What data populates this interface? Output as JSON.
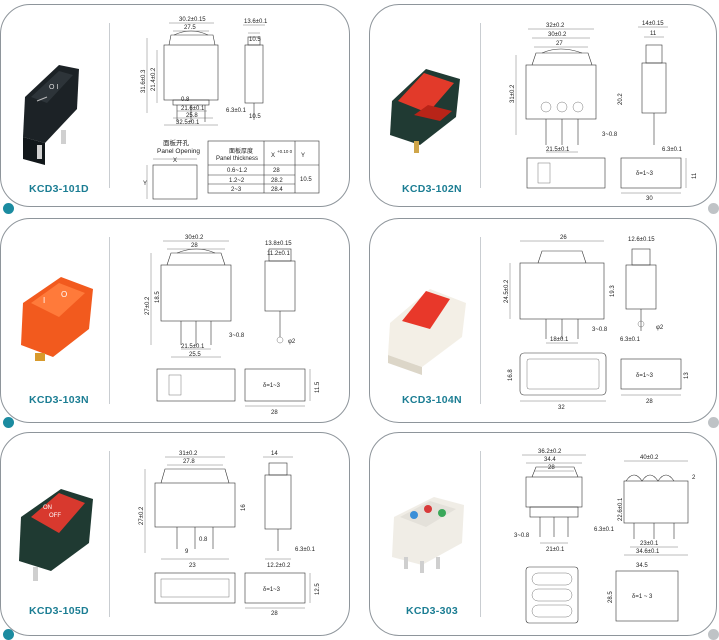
{
  "colors": {
    "accent": "#1b7d93",
    "border": "#8e959b"
  },
  "cards": [
    {
      "model": "KCD3-101D",
      "dims": {
        "w_top": "30.2±0.15",
        "w_inner": "27.5",
        "h_side": "31.6±0.3",
        "h_inner": "21.4±0.2",
        "c1": "0.8",
        "b1": "21.6±0.1",
        "b2": "25.8",
        "b3": "32.5±0.1",
        "side_w": "13.6±0.1",
        "side_w2": "10.5",
        "side_h": "6.3±0.1",
        "side_b": "10.5"
      },
      "panel": {
        "cn": "面板开孔",
        "en": "Panel Opening",
        "x": "X",
        "y": "Y",
        "t_head_cn": "面板厚度",
        "t_head_en": "Panel thickness",
        "x_head": "X",
        "y_head": "Y",
        "tol": "+0.10 0",
        "rows": [
          [
            "0.6~1.2",
            "28"
          ],
          [
            "1.2~2",
            "28.2"
          ],
          [
            "2~3",
            "28.4"
          ]
        ],
        "yval": "10.5"
      }
    },
    {
      "model": "KCD3-102N",
      "dims": {
        "w1": "32±0.2",
        "w2": "30±0.2",
        "w3": "27",
        "h1": "31±0.2",
        "h2": "20.2",
        "c": "3~0.8",
        "b": "21.5±0.1",
        "sw1": "14±0.15",
        "sw2": "11",
        "sh": "6.3±0.1",
        "pw": "30",
        "ph": "11",
        "ptext": "δ=1~3"
      }
    },
    {
      "model": "KCD3-103N",
      "dims": {
        "w1": "30±0.2",
        "w2": "28",
        "h1": "27±0.2",
        "h2": "18.5",
        "c": "3~0.8",
        "b1": "21.5±0.1",
        "b2": "25.5",
        "sw1": "13.8±0.15",
        "sw2": "11.2±0.1",
        "phi": "φ2",
        "pw": "28",
        "ph": "11.5",
        "ptext": "δ=1~3"
      }
    },
    {
      "model": "KCD3-104N",
      "dims": {
        "w1": "26",
        "h1": "24.5±0.2",
        "h2": "19.3",
        "c": "3~0.8",
        "b": "18±0.1",
        "sw1": "12.6±0.15",
        "sh": "6.3±0.1",
        "phi": "φ2",
        "pw": "32",
        "ph": "16.8",
        "pw2": "28",
        "ph2": "13",
        "ptext": "δ=1~3"
      }
    },
    {
      "model": "KCD3-105D",
      "dims": {
        "w1": "31±0.2",
        "w2": "27.8",
        "h1": "27±0.2",
        "h2": "16",
        "c": "0.8",
        "b1": "9",
        "b2": "23",
        "sw1": "14",
        "sh": "6.3±0.1",
        "sb": "12.2±0.2",
        "pw": "28",
        "ph": "12.5",
        "ptext": "δ=1~3"
      }
    },
    {
      "model": "KCD3-303",
      "dims": {
        "w1": "36.2±0.2",
        "w2": "34.4",
        "w3": "28",
        "c": "3~0.8",
        "b": "21±0.1",
        "sw1": "40±0.2",
        "sh1": "22.6±0.1",
        "c2": "2",
        "sh": "6.3±0.1",
        "sb1": "23±0.1",
        "sb2": "34.6±0.1",
        "pw": "34.5",
        "ph": "28.5",
        "ptext": "δ=1 ~ 3"
      }
    }
  ]
}
